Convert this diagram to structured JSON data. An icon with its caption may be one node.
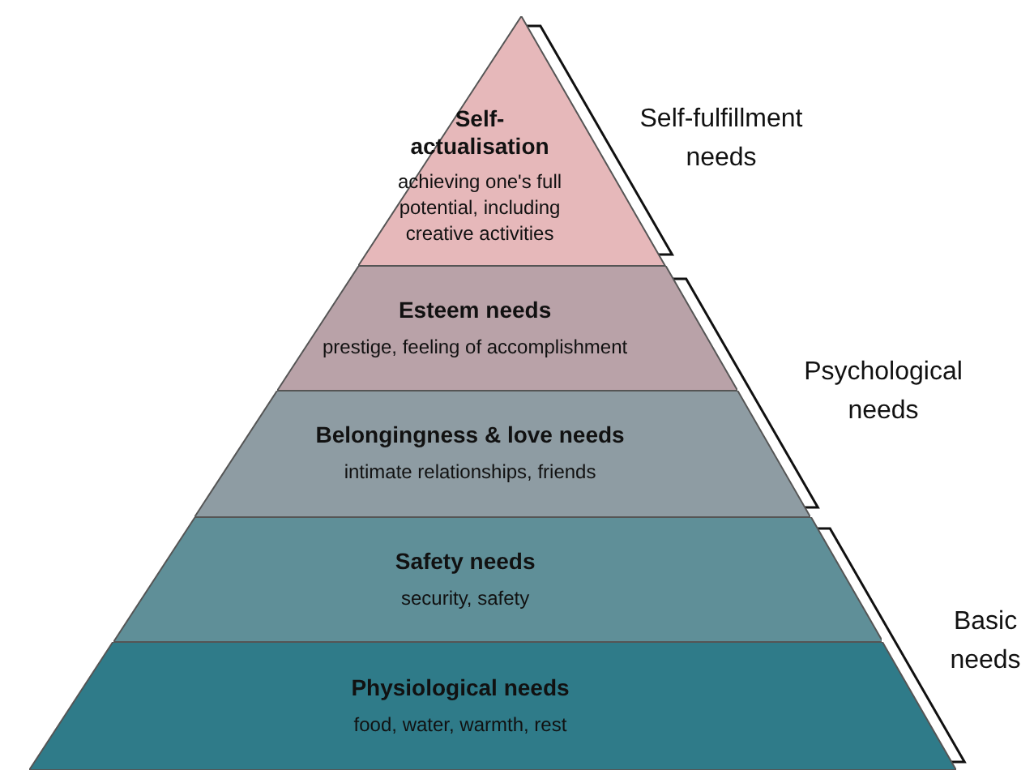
{
  "diagram": {
    "nodes": [
      {
        "text": [
          "Self-actualisation",
          "achieving one's full potential, including creative activities"
        ]
      },
      {
        "text": [
          "Esteem needs",
          "prestige, feeling of accomplishment"
        ]
      },
      {
        "text": [
          "Belongingness & love needs",
          "intimate relationships, friends"
        ]
      },
      {
        "text": [
          "Safety needs",
          "security, safety"
        ]
      },
      {
        "text": [
          "Physiological needs",
          "food, water, warmth, rest"
        ]
      }
    ],
    "labels": [
      "Self-fulfillment needs",
      "Psychological needs",
      "Basic needs"
    ]
  }
}
